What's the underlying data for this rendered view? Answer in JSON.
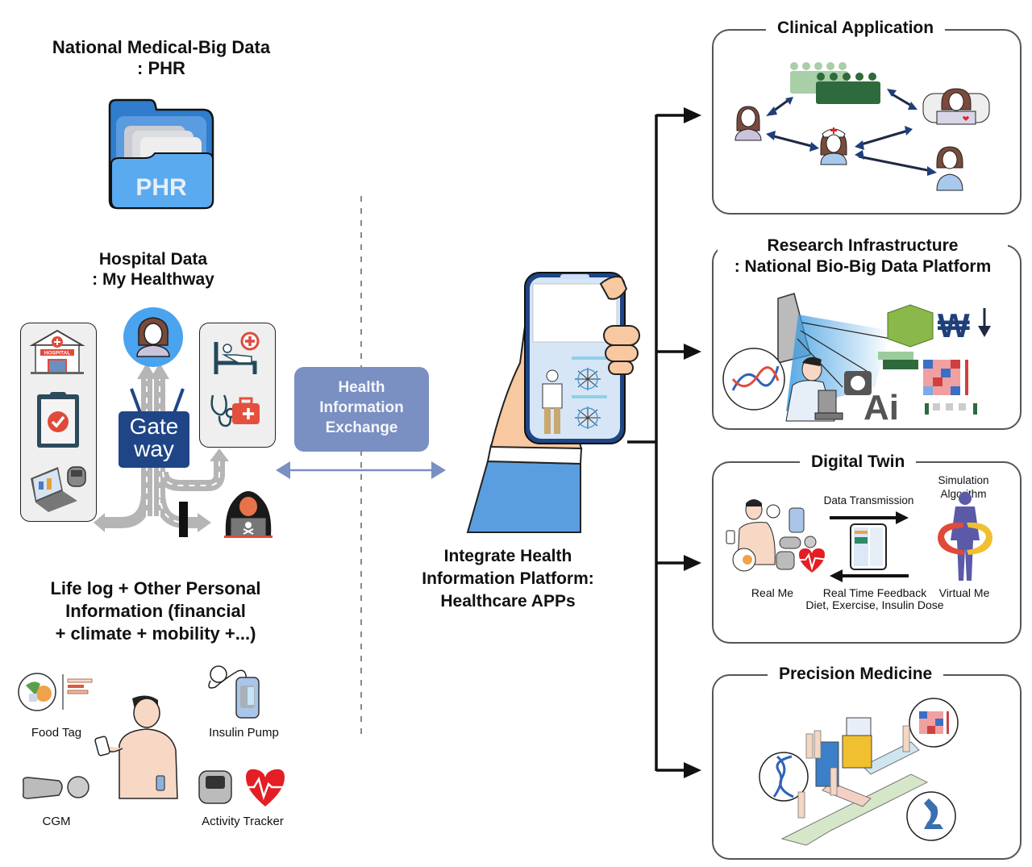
{
  "left": {
    "phr_title_line1": "National Medical-Big Data",
    "phr_title_line2": ": PHR",
    "phr_folder_label": "PHR",
    "hospital_title_line1": "Hospital Data",
    "hospital_title_line2": ": My Healthway",
    "gateway_line1": "Gate",
    "gateway_line2": "way",
    "hospital_sign": "HOSPITAL",
    "lifelog_line1": "Life log + Other Personal",
    "lifelog_line2": "Information (financial",
    "lifelog_line3": "+ climate + mobility +...)",
    "devices": [
      {
        "label": "Food Tag",
        "icon": "food-plate-icon"
      },
      {
        "label": "Insulin Pump",
        "icon": "insulin-pump-icon"
      },
      {
        "label": "CGM",
        "icon": "cgm-sensor-icon"
      },
      {
        "label": "Activity Tracker",
        "icon": "smartwatch-heart-icon"
      }
    ]
  },
  "center": {
    "hie_line1": "Health",
    "hie_line2": "Information",
    "hie_line3": "Exchange",
    "platform_line1": "Integrate Health",
    "platform_line2": "Information Platform:",
    "platform_line3": "Healthcare APPs"
  },
  "right": {
    "panels": [
      {
        "title_line1": "Clinical Application",
        "title_line2": ""
      },
      {
        "title_line1": "Research Infrastructure",
        "title_line2": ": National Bio-Big Data Platform",
        "ai_label": "Ai",
        "currency": "₩"
      },
      {
        "title_line1": "Digital Twin",
        "title_line2": "",
        "data_transmission": "Data Transmission",
        "simulation_line1": "Simulation",
        "simulation_line2": "Algorithm",
        "real_me": "Real Me",
        "virtual_me": "Virtual Me",
        "feedback_line1": "Real Time Feedback",
        "feedback_line2": "Diet, Exercise, Insulin Dose"
      },
      {
        "title_line1": "Precision Medicine",
        "title_line2": ""
      }
    ]
  },
  "colors": {
    "hie_box": "#7a8fc2",
    "gateway_box": "#1f4586",
    "folder_blue": "#4a90d9",
    "panel_border": "#555555",
    "arrow_dark": "#1e2a44",
    "navy": "#1f3f7a",
    "heart_red": "#e31e24"
  }
}
